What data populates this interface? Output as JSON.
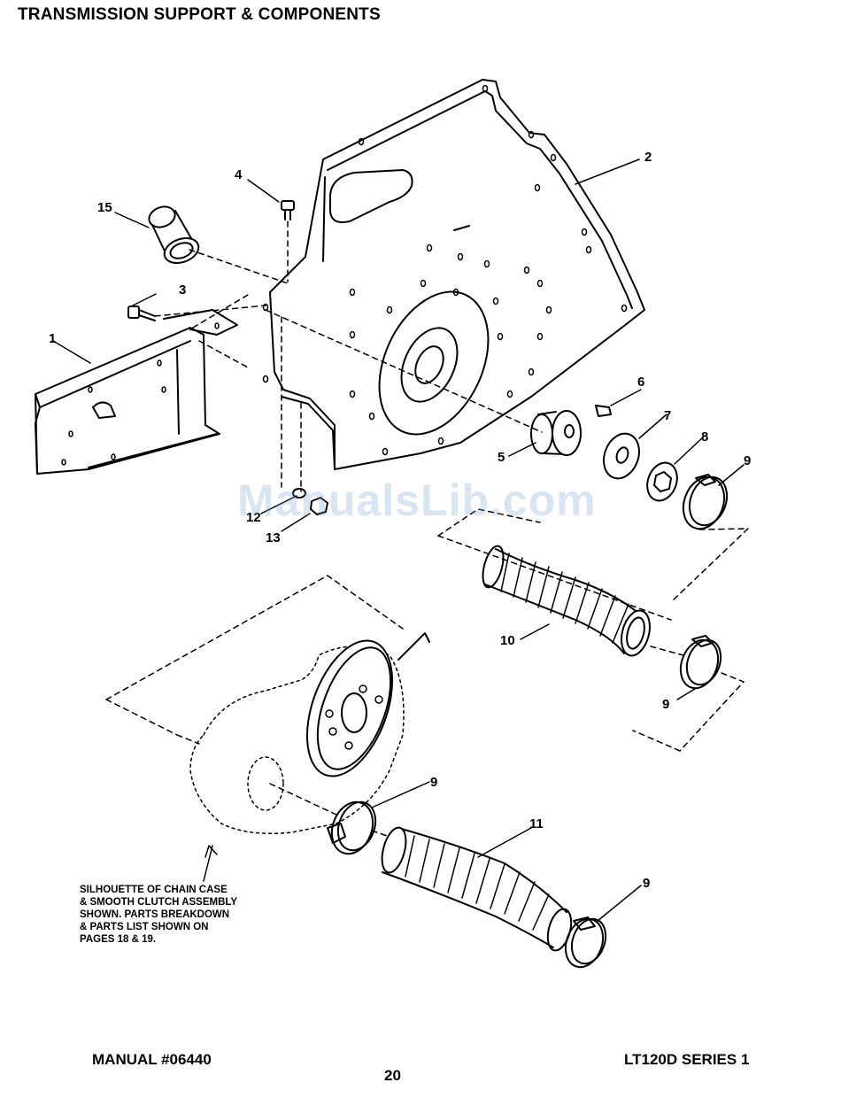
{
  "title": "TRANSMISSION SUPPORT & COMPONENTS",
  "callouts": {
    "c1": "1",
    "c2": "2",
    "c3": "3",
    "c4": "4",
    "c5": "5",
    "c6": "6",
    "c7": "7",
    "c8": "8",
    "c9a": "9",
    "c9b": "9",
    "c9c": "9",
    "c9d": "9",
    "c10": "10",
    "c11": "11",
    "c12": "12",
    "c13": "13",
    "c15": "15"
  },
  "note_lines": [
    "SILHOUETTE OF CHAIN CASE",
    "& SMOOTH CLUTCH ASSEMBLY",
    "SHOWN. PARTS BREAKDOWN",
    "& PARTS LIST SHOWN ON",
    "PAGES 18 & 19."
  ],
  "watermark": "ManualsLib.com",
  "footer": {
    "manual": "MANUAL #06440",
    "page": "20",
    "model": "LT120D SERIES 1"
  }
}
